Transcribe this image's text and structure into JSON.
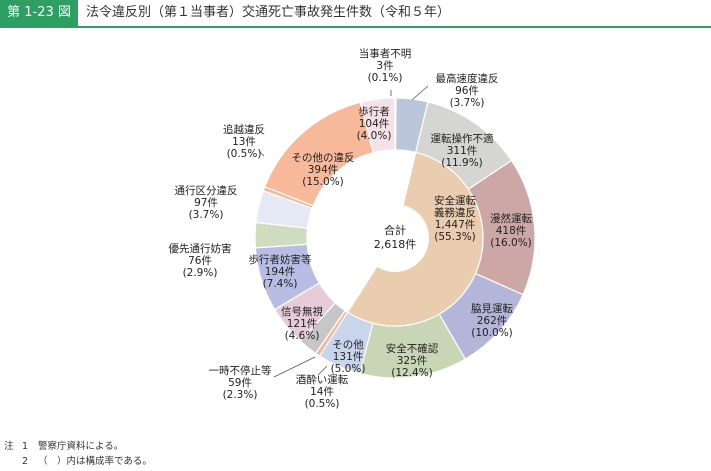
{
  "header": {
    "figure_number": "第 1-23 図",
    "title": "法令違反別（第１当事者）交通死亡事故発生件数（令和５年）"
  },
  "notes": [
    {
      "prefix": "注",
      "num": "1",
      "text": "警察庁資料による。"
    },
    {
      "prefix": "",
      "num": "2",
      "text": "（　）内は構成率である。"
    }
  ],
  "chart_data": {
    "type": "pie",
    "center_label": [
      "合計",
      "2,618件"
    ],
    "total": 2618,
    "inner": {
      "name": "安全運転義務違反",
      "count": "1,447件",
      "share": "(55.3%)",
      "value": 1447
    },
    "slices": [
      {
        "name": "当事者不明",
        "count": "3件",
        "share": "(0.1%)",
        "value": 3,
        "color": "#dfe7f1",
        "group": "other"
      },
      {
        "name": "最高速度違反",
        "count": "96件",
        "share": "(3.7%)",
        "value": 96,
        "color": "#bcc6da",
        "group": "other"
      },
      {
        "name": "運転操作不適",
        "count": "311件",
        "share": "(11.9%)",
        "value": 311,
        "color": "#d5d5d3",
        "group": "safe"
      },
      {
        "name": "漫然運転",
        "count": "418件",
        "share": "(16.0%)",
        "value": 418,
        "color": "#cda7a6",
        "group": "safe"
      },
      {
        "name": "脇見運転",
        "count": "262件",
        "share": "(10.0%)",
        "value": 262,
        "color": "#b3b6d8",
        "group": "safe"
      },
      {
        "name": "安全不確認",
        "count": "325件",
        "share": "(12.4%)",
        "value": 325,
        "color": "#c8d6b6",
        "group": "safe"
      },
      {
        "name": "その他",
        "count": "131件",
        "share": "(5.0%)",
        "value": 131,
        "color": "#c9d5ec",
        "group": "safe"
      },
      {
        "name": "酒酔い運転",
        "count": "14件",
        "share": "(0.5%)",
        "value": 14,
        "color": "#f4b89a",
        "group": "other"
      },
      {
        "name": "一時不停止等",
        "count": "59件",
        "share": "(2.3%)",
        "value": 59,
        "color": "#c6c6c6",
        "group": "other"
      },
      {
        "name": "信号無視",
        "count": "121件",
        "share": "(4.6%)",
        "value": 121,
        "color": "#e7ccd8",
        "group": "other"
      },
      {
        "name": "歩行者妨害等",
        "count": "194件",
        "share": "(7.4%)",
        "value": 194,
        "color": "#b8bee3",
        "group": "other"
      },
      {
        "name": "優先通行妨害",
        "count": "76件",
        "share": "(2.9%)",
        "value": 76,
        "color": "#cfdcc0",
        "group": "other"
      },
      {
        "name": "通行区分違反",
        "count": "97件",
        "share": "(3.7%)",
        "value": 97,
        "color": "#e4e9f5",
        "group": "other"
      },
      {
        "name": "追越違反",
        "count": "13件",
        "share": "(0.5%)",
        "value": 13,
        "color": "#f4b89a",
        "group": "other"
      },
      {
        "name": "その他の違反",
        "count": "394件",
        "share": "(15.0%)",
        "value": 394,
        "color": "#f7b99a",
        "group": "other"
      },
      {
        "name": "歩行者",
        "count": "104件",
        "share": "(4.0%)",
        "value": 104,
        "color": "#f4e2e8",
        "group": "other"
      }
    ],
    "inner_color": "#eaccae"
  }
}
